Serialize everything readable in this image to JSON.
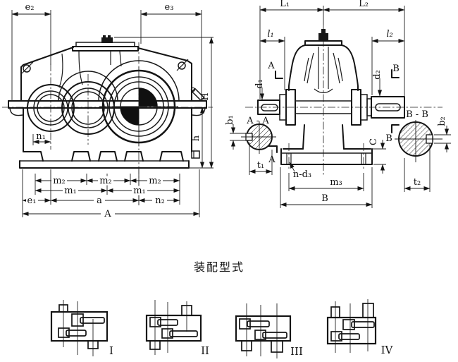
{
  "labels": {
    "e2": "e₂",
    "e3": "e₃",
    "H": "H",
    "h": "h",
    "n1": "n₁",
    "m2": "m₂",
    "m1": "m₁",
    "e1": "e₁",
    "a": "a",
    "n2": "n₂",
    "A": "A",
    "L1": "L₁",
    "L2": "L₂",
    "l1": "l₁",
    "l2": "l₂",
    "d1": "d₁",
    "d2": "d₂",
    "b1": "b₁",
    "b2": "b₂",
    "AA": "A - A",
    "BB": "B - B",
    "t1": "t₁",
    "t2": "t₂",
    "C": "C",
    "nd3": "n-d₃",
    "m3": "m₃",
    "B": "B"
  },
  "assembly": {
    "caption": "装配型式",
    "variants": [
      {
        "label": "I"
      },
      {
        "label": "II"
      },
      {
        "label": "III"
      },
      {
        "label": "IV"
      }
    ]
  }
}
